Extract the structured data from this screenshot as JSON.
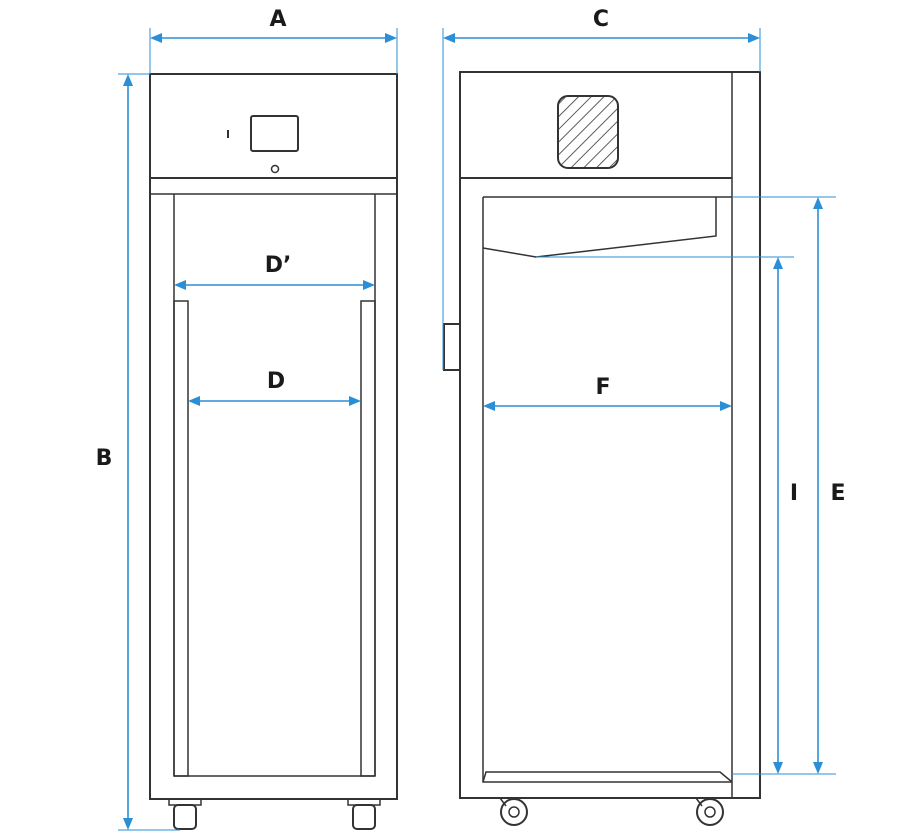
{
  "labels": {
    "A": "A",
    "B": "B",
    "C": "C",
    "D": "D",
    "D_prime": "D’",
    "E": "E",
    "F": "F",
    "I": "I"
  },
  "colors": {
    "dimension": "#2a8fd6",
    "outline": "#333333"
  }
}
